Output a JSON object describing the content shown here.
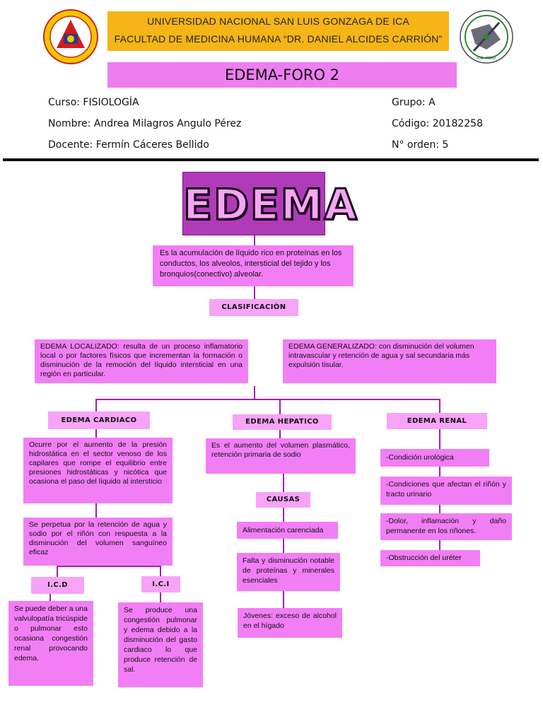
{
  "header": {
    "university": "UNIVERSIDAD NACIONAL SAN LUIS GONZAGA DE ICA",
    "faculty": "FACULTAD DE MEDICINA HUMANA “DR. DANIEL ALCIDES CARRIÓN”",
    "title": "EDEMA-FORO 2",
    "right_logo_text": "ICA - PERÚ"
  },
  "info": {
    "curso": "Curso: FISIOLOGÍA",
    "nombre": "Nombre: Andrea Milagros Angulo Pérez",
    "docente": "Docente: Fermín Cáceres Bellido",
    "grupo": "Grupo: A",
    "codigo": "Código: 20182258",
    "orden": "N° orden: 5"
  },
  "map": {
    "banner": "EDEMA",
    "definition": "Es la acumulación de líquido rico en proteínas en los conductos, los alveolos, intersticial del tejido y los bronquios(conectivo) alveolar.",
    "clasificacion": "CLASIFICACIÒN",
    "localizado": "EDEMA LOCALIZADO: resulta de un proceso inflamatorio local o por factores físicos que incrementan la formación o disminución de la remoción del líquido intersticial en una región en particular.",
    "generalizado": "EDEMA GENERALIZADO: con disminución del volumen intravascular y retención de agua y sal secundaria más expulsión tisular.",
    "cardiaco": {
      "label": "EDEMA CARDIACO",
      "desc1": "Ocurre por el aumento de la presión hidrostática en el sector venoso de los capilares que rompe el equilibrio entre presiones hidrostáticas y nicótica que ocasiona el paso del líquido al intersticio",
      "desc2": "Se perpetua por la retención de agua y sodio por el riñón con respuesta a la disminución del volumen sanguíneo eficaz",
      "icd_label": "I.C.D",
      "icd": "Se puede deber a una valvulopatía tricúspide o pulmonar esto ocasiona congestión renal provocando edema.",
      "ici_label": "I.C.I",
      "ici": "Se produce una congestión pulmonar y edema debido a la disminución del gasto cardiaco lo que produce retención de sal."
    },
    "hepatico": {
      "label": "EDEMA HEPATICO",
      "desc": "Es el aumento del volumen plasmático, retención primaria de sodio",
      "causas": "CAUSAS",
      "c1": "Alimentación carenciada",
      "c2": "Falta y disminución notable de proteínas y minerales esenciales",
      "c3": "Jóvenes: exceso de alcohol en el hígado"
    },
    "renal": {
      "label": "EDEMA RENAL",
      "r1": "-Condición urológica",
      "r2": "-Condiciones que afectan el riñón y tracto urinario",
      "r3": "-Dolor, inflamación y daño permanente en los riñones.",
      "r4": "-Obstrucción del uréter"
    }
  },
  "colors": {
    "accent_pink": "#f27ef6",
    "light_pink": "#f7a3f7",
    "header_yellow": "#f5b516",
    "connector_purple": "#a31fb0",
    "banner_purple": "#b03bb8"
  }
}
